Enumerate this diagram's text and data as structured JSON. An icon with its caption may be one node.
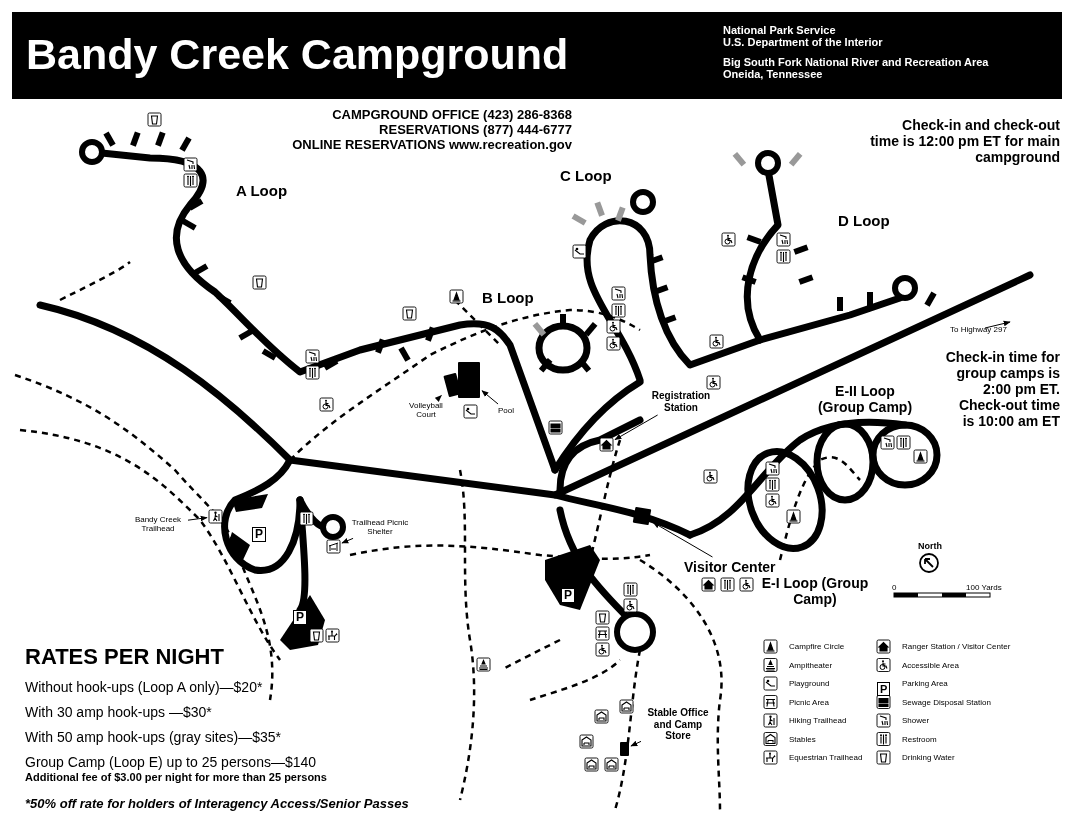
{
  "diagram": {
    "title": "Bandy Creek Campground",
    "nodes": [
      {
        "text": [
          "Volleyball Court"
        ]
      },
      {
        "text": [],
        "shape": "box"
      },
      {
        "text": [
          "Pool"
        ]
      },
      {
        "text": [],
        "shape": "box"
      },
      {
        "text": [
          "Registration Station"
        ]
      },
      {
        "text": [],
        "shape": "picture"
      },
      {
        "text": [
          "Bandy Creek Trailhead"
        ]
      },
      {
        "text": [],
        "shape": "picture"
      },
      {
        "text": [
          "Trailhead Picnic Shelter"
        ]
      },
      {
        "text": [],
        "shape": "picture"
      },
      {
        "text": [
          "Visitor Center"
        ]
      },
      {
        "text": [],
        "shape": "box"
      },
      {
        "text": [
          "Stable Office and Camp Store"
        ]
      },
      {
        "text": [],
        "shape": "box"
      }
    ],
    "edges": [
      {
        "from": 0,
        "to": 1,
        "arrow": "to"
      },
      {
        "from": 2,
        "to": 3,
        "arrow": "to"
      },
      {
        "from": 4,
        "to": 5,
        "arrow": "to"
      },
      {
        "from": 6,
        "to": 7,
        "arrow": "to"
      },
      {
        "from": 8,
        "to": 9,
        "arrow": "to"
      },
      {
        "from": 10,
        "to": 11,
        "arrow": "to"
      },
      {
        "from": 12,
        "to": 13,
        "arrow": "to"
      }
    ],
    "labels": [
      "National Park Service",
      "U.S. Department of the Interior",
      "Big South Fork National River and Recreation Area",
      "Oneida, Tennessee",
      "CAMPGROUND OFFICE (423) 286-8368",
      "RESERVATIONS (877) 444-6777",
      "ONLINE RESERVATIONS www.recreation.gov",
      "Check-in and check-out time is 12:00 pm ET for main campground",
      "A Loop",
      "B Loop",
      "C Loop",
      "D Loop",
      "To Highway 297",
      "Check-in time for group camps is 2:00 pm ET. Check-out time is 10:00 am ET",
      "E-II Loop (Group Camp)",
      "E-I Loop (Group Camp)",
      "North",
      "0",
      "100 Yards",
      "RATES PER NIGHT",
      "Without hook-ups (Loop A only)—$20*",
      "With 30 amp hook-ups —$30*",
      "With 50 amp hook-ups (gray sites)—$35*",
      "Group Camp (Loop E) up to 25 persons—$140",
      "Additional fee of $3.00 per night for more than 25 persons",
      "*50% off rate for holders of Interagency Access/Senior Passes",
      "P",
      "P",
      "P",
      "P"
    ],
    "legend": [
      {
        "text": "Campfire Circle"
      },
      {
        "text": "Ampitheater"
      },
      {
        "text": "Playground"
      },
      {
        "text": "Picnic Area"
      },
      {
        "text": "Hiking Trailhead"
      },
      {
        "text": "Stables"
      },
      {
        "text": "Equestrian Trailhead"
      },
      {
        "text": "Ranger Station / Visitor Center"
      },
      {
        "text": "Accessible Area"
      },
      {
        "text": "Parking Area"
      },
      {
        "text": "Sewage Disposal Station"
      },
      {
        "text": "Shower"
      },
      {
        "text": "Restroom"
      },
      {
        "text": "Drinking Water"
      }
    ]
  }
}
